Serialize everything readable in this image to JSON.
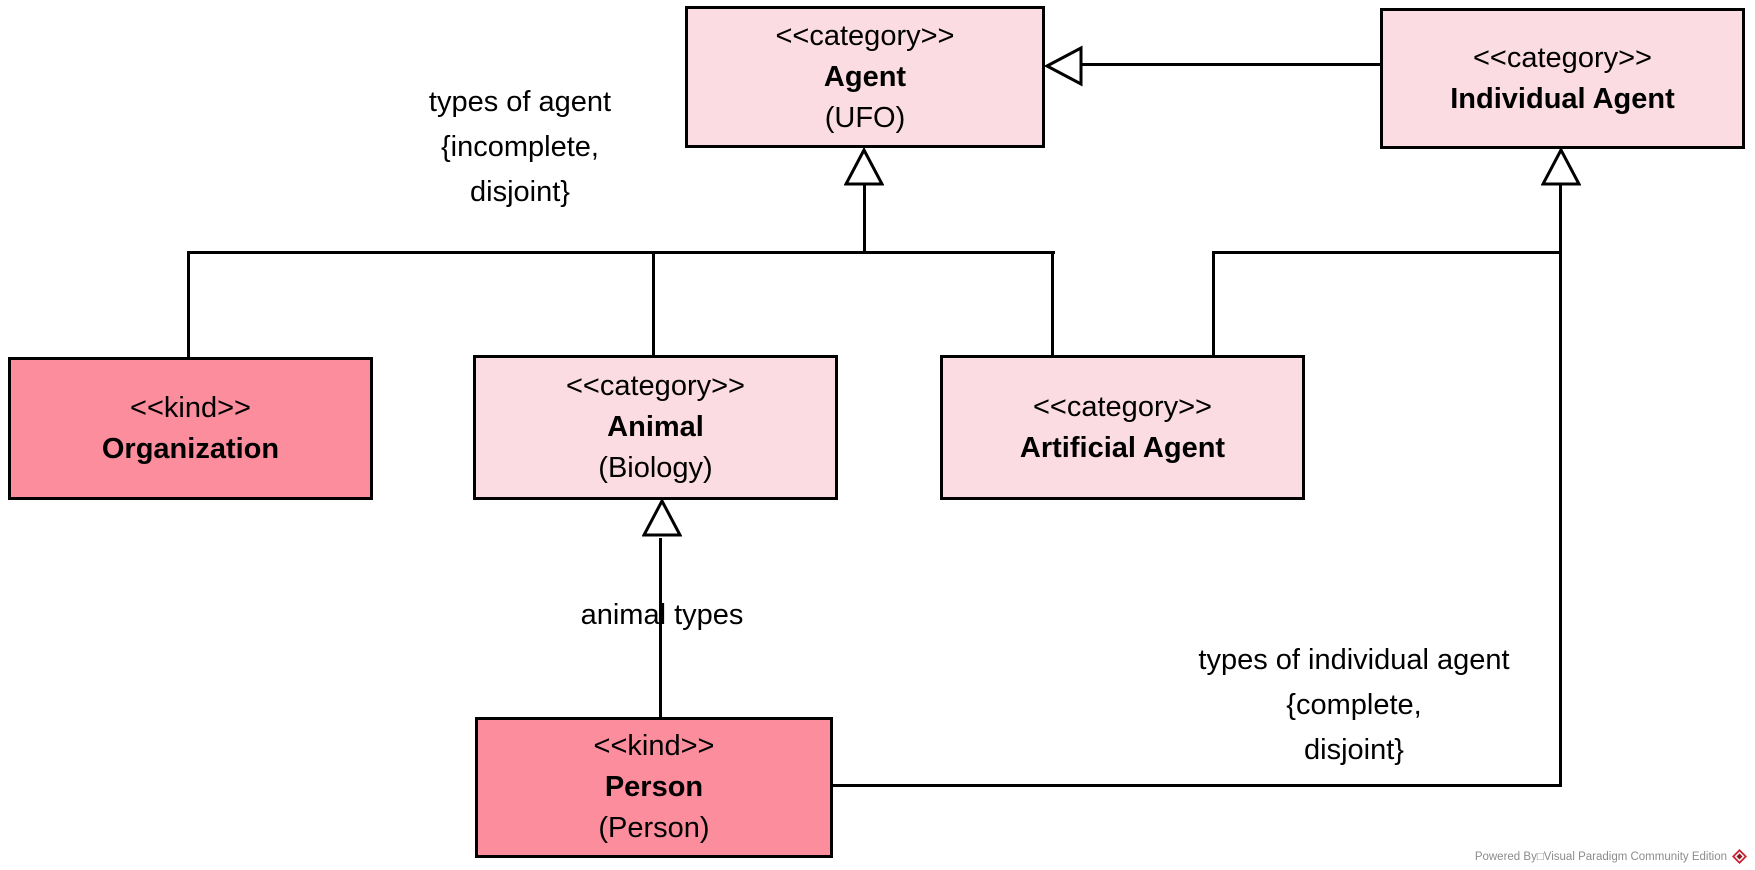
{
  "diagram": {
    "nodes": {
      "agent": {
        "stereotype": "<<category>>",
        "name": "Agent",
        "qualifier": "(UFO)"
      },
      "individual_agent": {
        "stereotype": "<<category>>",
        "name": "Individual Agent"
      },
      "organization": {
        "stereotype": "<<kind>>",
        "name": "Organization"
      },
      "animal": {
        "stereotype": "<<category>>",
        "name": "Animal",
        "qualifier": "(Biology)"
      },
      "artificial_agent": {
        "stereotype": "<<category>>",
        "name": "Artificial Agent"
      },
      "person": {
        "stereotype": "<<kind>>",
        "name": "Person",
        "qualifier": "(Person)"
      }
    },
    "generalization_sets": {
      "types_of_agent": {
        "line1": "types of agent",
        "line2": "{incomplete,",
        "line3": "disjoint}"
      },
      "animal_types": {
        "label": "animal types"
      },
      "types_of_individual_agent": {
        "line1": "types of individual agent",
        "line2": "{complete,",
        "line3": "disjoint}"
      }
    },
    "colors": {
      "category_fill": "#fbdce2",
      "kind_fill": "#fb8d9c",
      "line": "#000000",
      "watermark_text": "#8c8c8c",
      "logo_red": "#c8202f",
      "logo_red_dark": "#8f161f"
    },
    "watermark": {
      "text": "Powered By□Visual Paradigm Community Edition"
    }
  }
}
